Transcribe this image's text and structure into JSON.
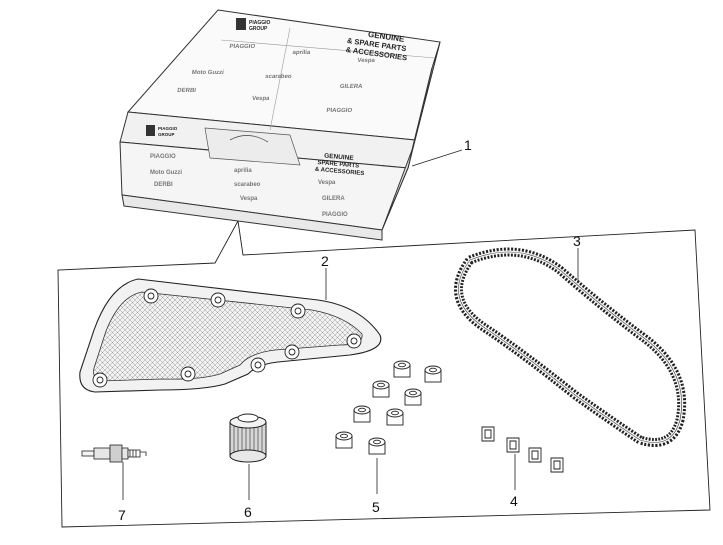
{
  "box": {
    "lid_title_line1": "GENUINE",
    "lid_title_line2": "& SPARE PARTS",
    "lid_title_line3": "& ACCESSORIES",
    "side_title_line1": "GENUINE",
    "side_title_line2": "SPARE PARTS",
    "side_title_line3": "& ACCESSORIES",
    "group_name_line1": "PIAGGIO",
    "group_name_line2": "GROUP",
    "brand_logos": [
      "PIAGGIO",
      "aprilia",
      "Vespa",
      "Moto Guzzi",
      "scarabeo",
      "GILERA",
      "DERBI",
      "Vespa",
      "PIAGGIO"
    ]
  },
  "callouts": {
    "box": "1",
    "air_filter": "2",
    "drive_belt": "3",
    "sliders": "4",
    "rollers": "5",
    "oil_filter": "6",
    "spark_plug": "7"
  }
}
